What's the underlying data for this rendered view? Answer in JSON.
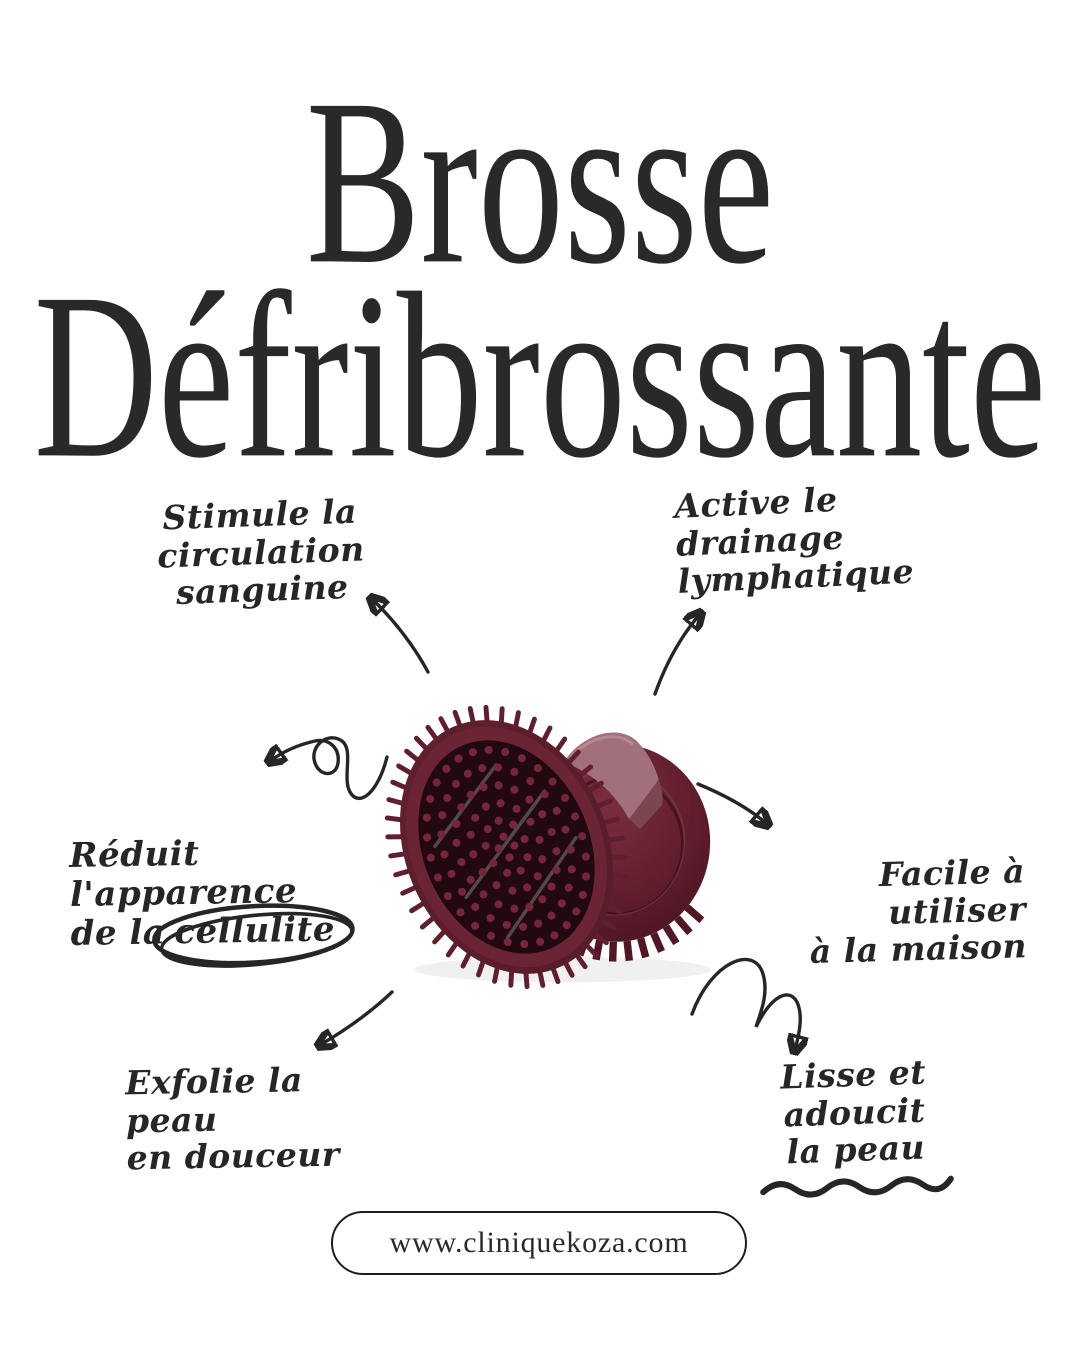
{
  "title": {
    "line1": "Brosse",
    "line2": "Défribrossante",
    "color": "#2a2929"
  },
  "benefits": {
    "top_left": {
      "line1": "Stimule la",
      "line2": "circulation",
      "line3": "sanguine"
    },
    "top_right": {
      "line1": "Active le",
      "line2": "drainage",
      "line3": "lymphatique"
    },
    "mid_left": {
      "line1": "Réduit l'apparence",
      "line2_prefix": "de la",
      "circled_word": "cellulite"
    },
    "mid_right": {
      "line1": "Facile à utiliser",
      "line2": "à la maison"
    },
    "bottom_left": {
      "line1": "Exfolie la peau",
      "line2": "en douceur"
    },
    "bottom_right": {
      "line1": "Lisse et adoucit",
      "line2": "la peau"
    }
  },
  "footer": {
    "website": "www.cliniquekoza.com"
  },
  "ink_color": "#262626",
  "background_color": "#ffffff",
  "product": {
    "kind": "anti-cellulite massage brush (two brushes, burgundy)",
    "colors": {
      "burgundy_rim": "#5a1d2b",
      "burgundy_rim_light": "#6b2433",
      "burgundy_dark": "#4c1521",
      "dome_light": "#7b2d3e",
      "face_dark": "#220810",
      "bristle_tip": "#74263a",
      "spike": "#5e202e",
      "teeth": "#4f1724",
      "strap": "#a2707b",
      "strap_shadow": "#7c4651",
      "streak": "#86888d"
    }
  }
}
